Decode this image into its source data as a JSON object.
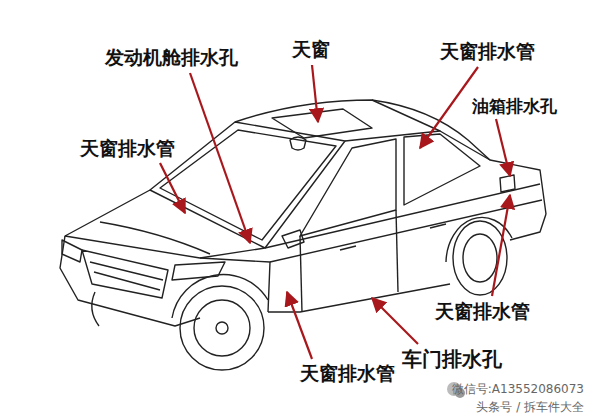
{
  "diagram": {
    "labels": [
      "发动机舱排水孔",
      "天窗",
      "天窗排水管",
      "油箱排水孔",
      "天窗排水管",
      "天窗排水管",
      "车门排水孔",
      "天窗排水管",
      "微信号:A13552086073",
      "头条号 / 拆车件大全"
    ]
  }
}
